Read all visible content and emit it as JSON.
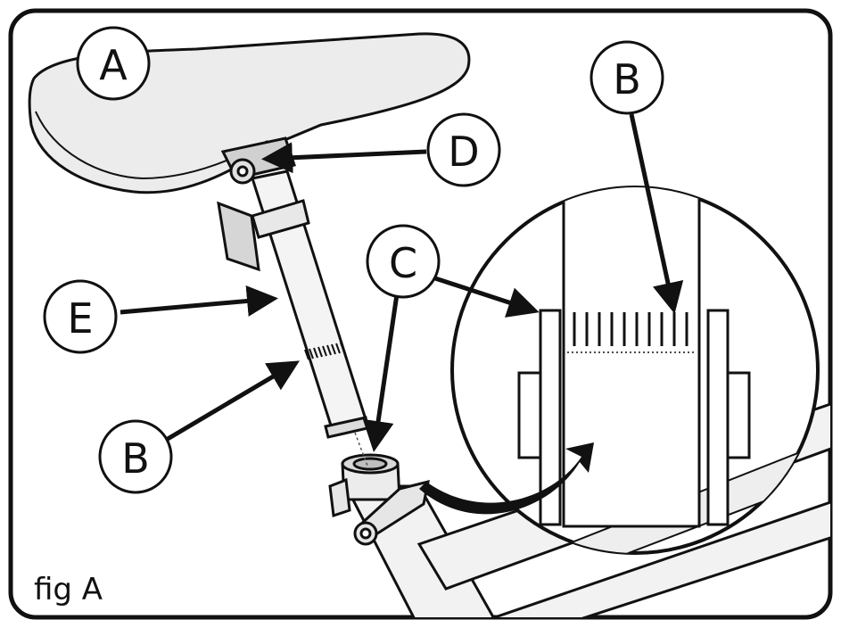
{
  "figure": {
    "caption": "fig A"
  },
  "callouts": {
    "a": "A",
    "b_detail": "B",
    "b_post": "B",
    "c": "C",
    "d": "D",
    "e": "E"
  }
}
